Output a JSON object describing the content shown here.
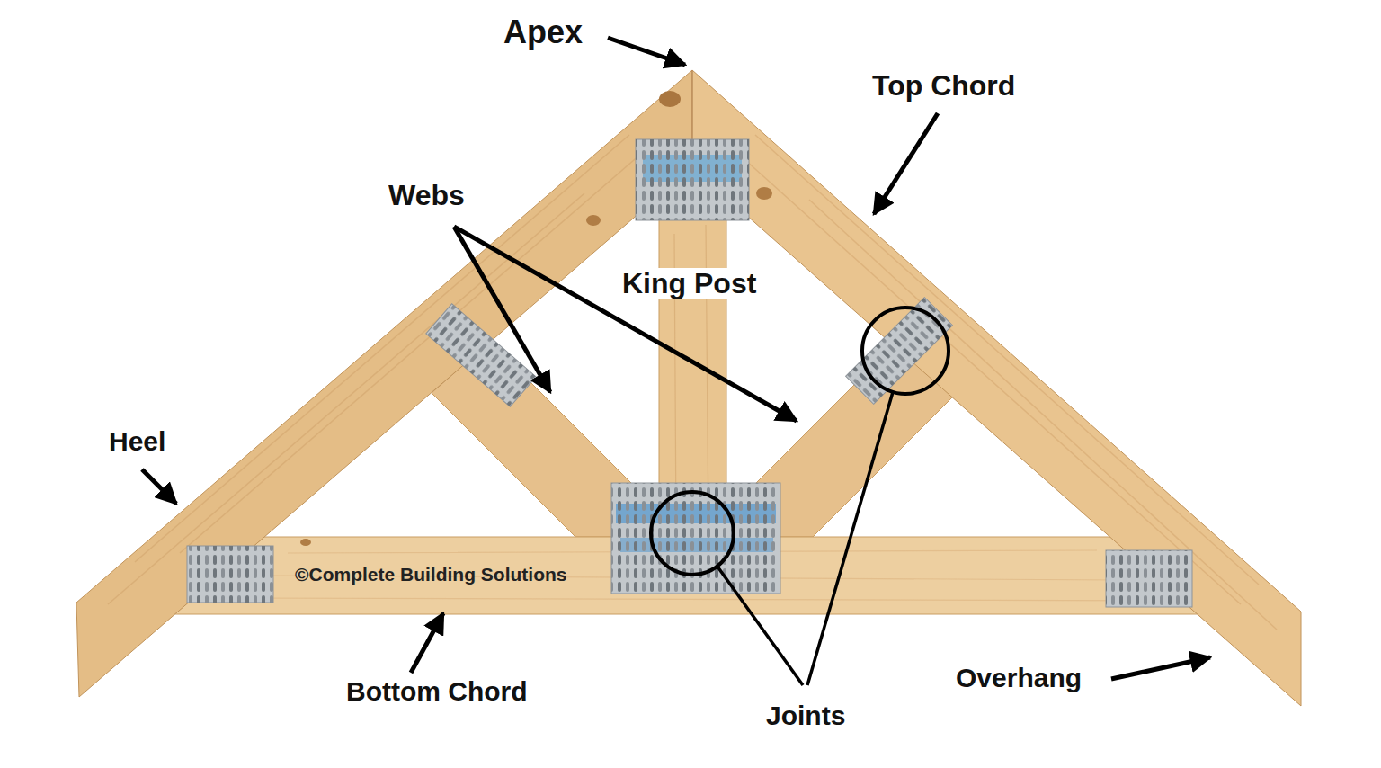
{
  "diagram": {
    "labels": [
      "Apex",
      "Top Chord",
      "Webs",
      "King Post",
      "Heel",
      "Bottom Chord",
      "Overhang",
      "Joints",
      "©Complete Building Solutions"
    ]
  }
}
